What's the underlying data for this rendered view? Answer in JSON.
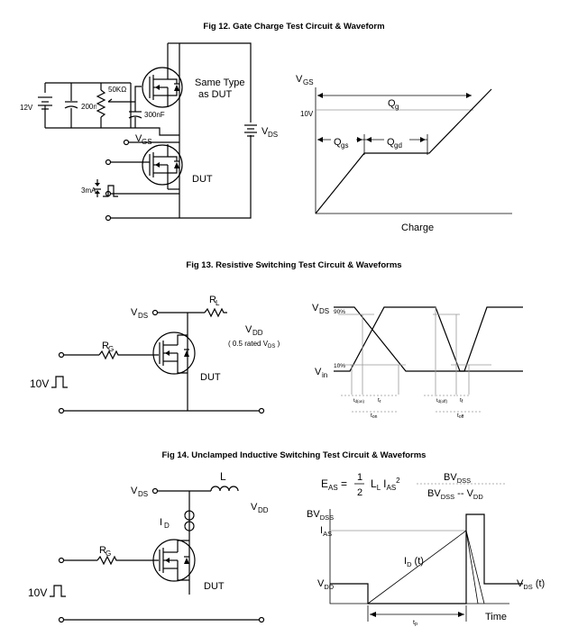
{
  "fig12": {
    "title": "Fig 12.  Gate Charge Test Circuit  &  Waveform",
    "circuit": {
      "v12": "12V",
      "c200": "200nF",
      "r50k": "50KΩ",
      "c300": "300nF",
      "same_type_1": "Same Type",
      "same_type_2": "as DUT",
      "vgs_v": "V",
      "vgs_sub": "GS",
      "vds_v": "V",
      "vds_sub": "DS",
      "dut": "DUT",
      "i3ma": "3mA"
    },
    "waveform": {
      "vgs_v": "V",
      "vgs_sub": "GS",
      "v10": "10V",
      "qg_q": "Q",
      "qg_sub": "g",
      "qgs_q": "Q",
      "qgs_sub": "gs",
      "qgd_q": "Q",
      "qgd_sub": "gd",
      "charge": "Charge"
    }
  },
  "fig13": {
    "title": "Fig 13.  Resistive Switching Test Circuit  &  Waveforms",
    "circuit": {
      "vds_v": "V",
      "vds_sub": "DS",
      "rl_r": "R",
      "rl_sub": "L",
      "vdd_v": "V",
      "vdd_sub": "DD",
      "rated_pre": "( 0.5 rated V",
      "rated_sub": "DS",
      "rated_post": " )",
      "rg_r": "R",
      "rg_sub": "G",
      "v10": "10V",
      "dut": "DUT"
    },
    "waveform": {
      "vds_v": "V",
      "vds_sub": "DS",
      "vin_v": "V",
      "vin_sub": "in",
      "p90": "90%",
      "p10": "10%",
      "tdon_t": "t",
      "tdon_sub": "d(on)",
      "tr_t": "t",
      "tr_sub": "r",
      "ton_t": "t",
      "ton_sub": "on",
      "tdoff_t": "t",
      "tdoff_sub": "d(off)",
      "tf_t": "t",
      "tf_sub": "f",
      "toff_t": "t",
      "toff_sub": "off"
    }
  },
  "fig14": {
    "title": "Fig 14.  Unclamped Inductive Switching Test Circuit  &  Waveforms",
    "equation": {
      "eas_e": "E",
      "eas_sub": "AS",
      "eq": " = ",
      "num": "1",
      "den": "2",
      "ll_l": "L",
      "ll_sub": "L",
      "ias_i": "I",
      "ias_sub": "AS",
      "ias_sup": "2",
      "bvdss_num_bv": "BV",
      "bvdss_num_sub": "DSS",
      "bvdss_den_bv": "BV",
      "bvdss_den_sub": "DSS",
      "minus": " -- ",
      "vdd_v": "V",
      "vdd_sub": "DD"
    },
    "circuit": {
      "vds_v": "V",
      "vds_sub": "DS",
      "l": "L",
      "vdd_v": "V",
      "vdd_sub": "DD",
      "id_i": "I",
      "id_sub": "D",
      "rg_r": "R",
      "rg_sub": "G",
      "v10": "10V",
      "dut": "DUT"
    },
    "waveform": {
      "bvdss_bv": "BV",
      "bvdss_sub": "DSS",
      "ias_i": "I",
      "ias_sub": "AS",
      "idt_i": "I",
      "idt_sub": "D",
      "idt_post": " (t)",
      "vdd_v": "V",
      "vdd_sub": "DD",
      "vdst_v": "V",
      "vdst_sub": "DS",
      "vdst_post": " (t)",
      "tp_t": "t",
      "tp_sub": "p",
      "time": "Time"
    }
  }
}
